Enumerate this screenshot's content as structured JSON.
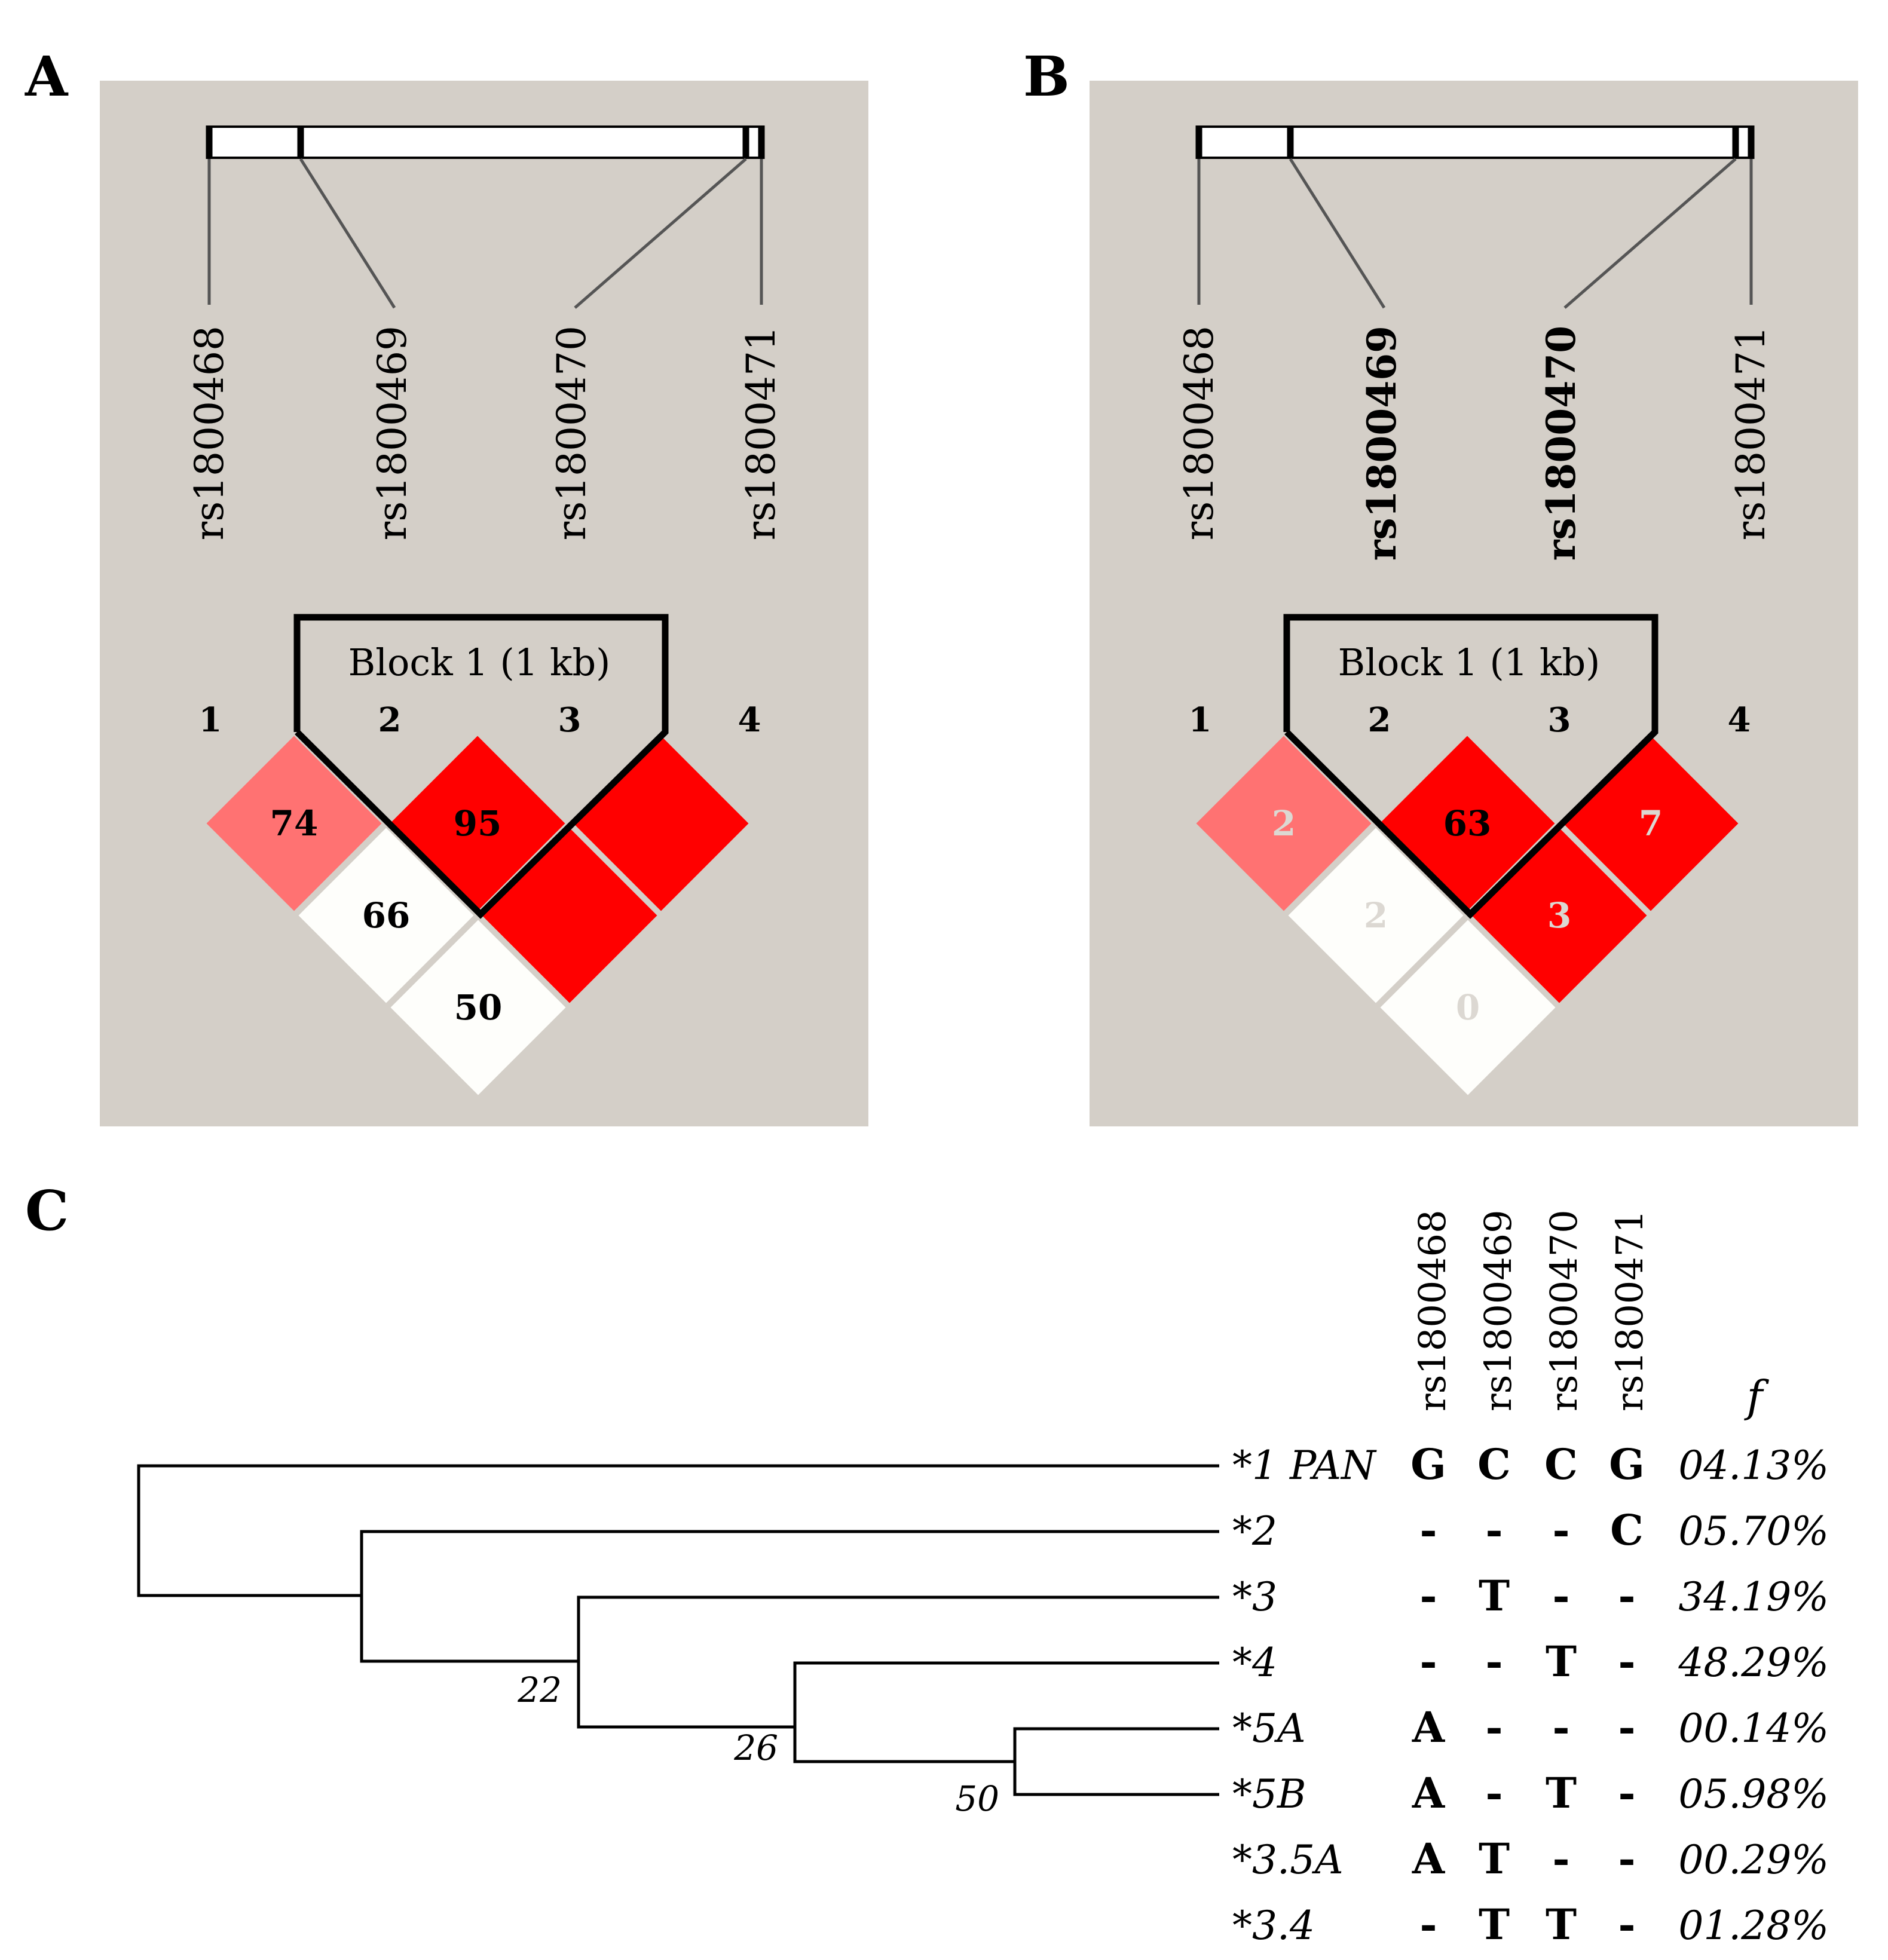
{
  "panel_letters": {
    "a": "A",
    "b": "B",
    "c": "C"
  },
  "colors": {
    "panel_bg": "#d4cfc8",
    "strong_red": "#ff0000",
    "light_red": "#ff7272",
    "white_cell": "#fefefb",
    "light_text": "#dcd8d2"
  },
  "snps": [
    "rs1800468",
    "rs1800469",
    "rs1800470",
    "rs1800471"
  ],
  "positions": [
    "1",
    "2",
    "3",
    "4"
  ],
  "block_label": "Block 1 (1 kb)",
  "panel_a": {
    "snp_bold": [
      false,
      false,
      false,
      false
    ],
    "cells": [
      {
        "pair": "1-2",
        "value": "74",
        "color": "light_red",
        "text_color": "dark"
      },
      {
        "pair": "2-3",
        "value": "95",
        "color": "strong_red",
        "text_color": "dark"
      },
      {
        "pair": "3-4",
        "value": "",
        "color": "strong_red",
        "text_color": "dark"
      },
      {
        "pair": "1-3",
        "value": "66",
        "color": "white",
        "text_color": "dark"
      },
      {
        "pair": "2-4",
        "value": "",
        "color": "strong_red",
        "text_color": "dark"
      },
      {
        "pair": "1-4",
        "value": "50",
        "color": "white",
        "text_color": "dark"
      }
    ]
  },
  "panel_b": {
    "snp_bold": [
      false,
      true,
      true,
      false
    ],
    "cells": [
      {
        "pair": "1-2",
        "value": "2",
        "color": "light_red",
        "text_color": "light"
      },
      {
        "pair": "2-3",
        "value": "63",
        "color": "strong_red",
        "text_color": "dark"
      },
      {
        "pair": "3-4",
        "value": "7",
        "color": "strong_red",
        "text_color": "light"
      },
      {
        "pair": "1-3",
        "value": "2",
        "color": "white",
        "text_color": "light"
      },
      {
        "pair": "2-4",
        "value": "3",
        "color": "strong_red",
        "text_color": "light"
      },
      {
        "pair": "1-4",
        "value": "0",
        "color": "white",
        "text_color": "light"
      }
    ]
  },
  "panel_c": {
    "freq_header": "f",
    "haplotypes": [
      {
        "name": "*1 PAN",
        "alleles": [
          "G",
          "C",
          "C",
          "G"
        ],
        "freq": "04.13%"
      },
      {
        "name": "*2",
        "alleles": [
          "-",
          "-",
          "-",
          "C"
        ],
        "freq": "05.70%"
      },
      {
        "name": "*3",
        "alleles": [
          "-",
          "T",
          "-",
          "-"
        ],
        "freq": "34.19%"
      },
      {
        "name": "*4",
        "alleles": [
          "-",
          "-",
          "T",
          "-"
        ],
        "freq": "48.29%"
      },
      {
        "name": "*5A",
        "alleles": [
          "A",
          "-",
          "-",
          "-"
        ],
        "freq": "00.14%"
      },
      {
        "name": "*5B",
        "alleles": [
          "A",
          "-",
          "T",
          "-"
        ],
        "freq": "05.98%"
      },
      {
        "name": "*3.5A",
        "alleles": [
          "A",
          "T",
          "-",
          "-"
        ],
        "freq": "00.29%"
      },
      {
        "name": "*3.4",
        "alleles": [
          "-",
          "T",
          "T",
          "-"
        ],
        "freq": "01.28%"
      }
    ],
    "node_values": [
      "22",
      "26",
      "50"
    ]
  }
}
